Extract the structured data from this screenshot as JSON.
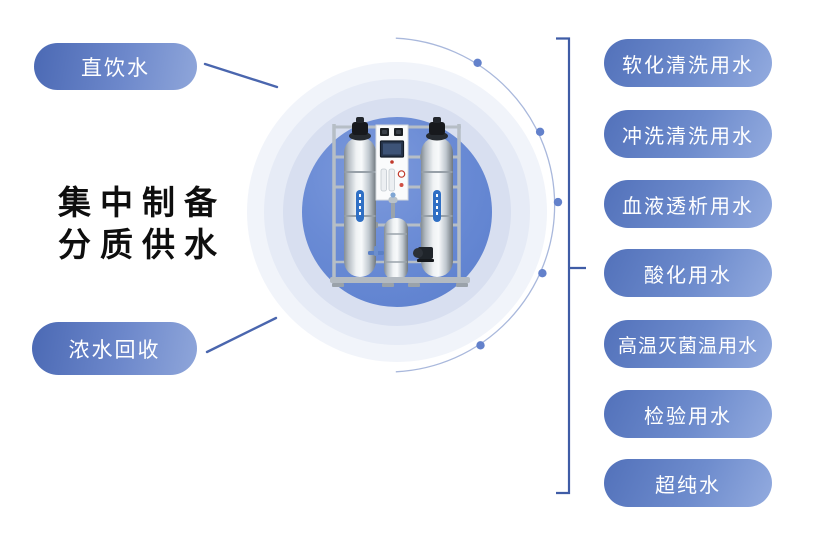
{
  "title": {
    "line1": "集中制备",
    "line2": "分质供水"
  },
  "left_labels": [
    {
      "label": "直饮水"
    },
    {
      "label": "浓水回收"
    }
  ],
  "right_labels": [
    {
      "label": "软化清洗用水"
    },
    {
      "label": "冲洗清洗用水"
    },
    {
      "label": "血液透析用水"
    },
    {
      "label": "酸化用水"
    },
    {
      "label": "高温灭菌温用水"
    },
    {
      "label": "检验用水"
    },
    {
      "label": "超纯水"
    }
  ],
  "colors": {
    "pill_gradient_dark": "#4b69b4",
    "pill_gradient_light": "#93abdf",
    "pill_text": "#ffffff",
    "connector_line": "#4a66ae",
    "bracket": "#3f5ca6",
    "arc": "#a9b8dc",
    "arc_dot": "#6381cb",
    "inner_circle": "#6489d4",
    "title_text": "#0e0e0e"
  }
}
